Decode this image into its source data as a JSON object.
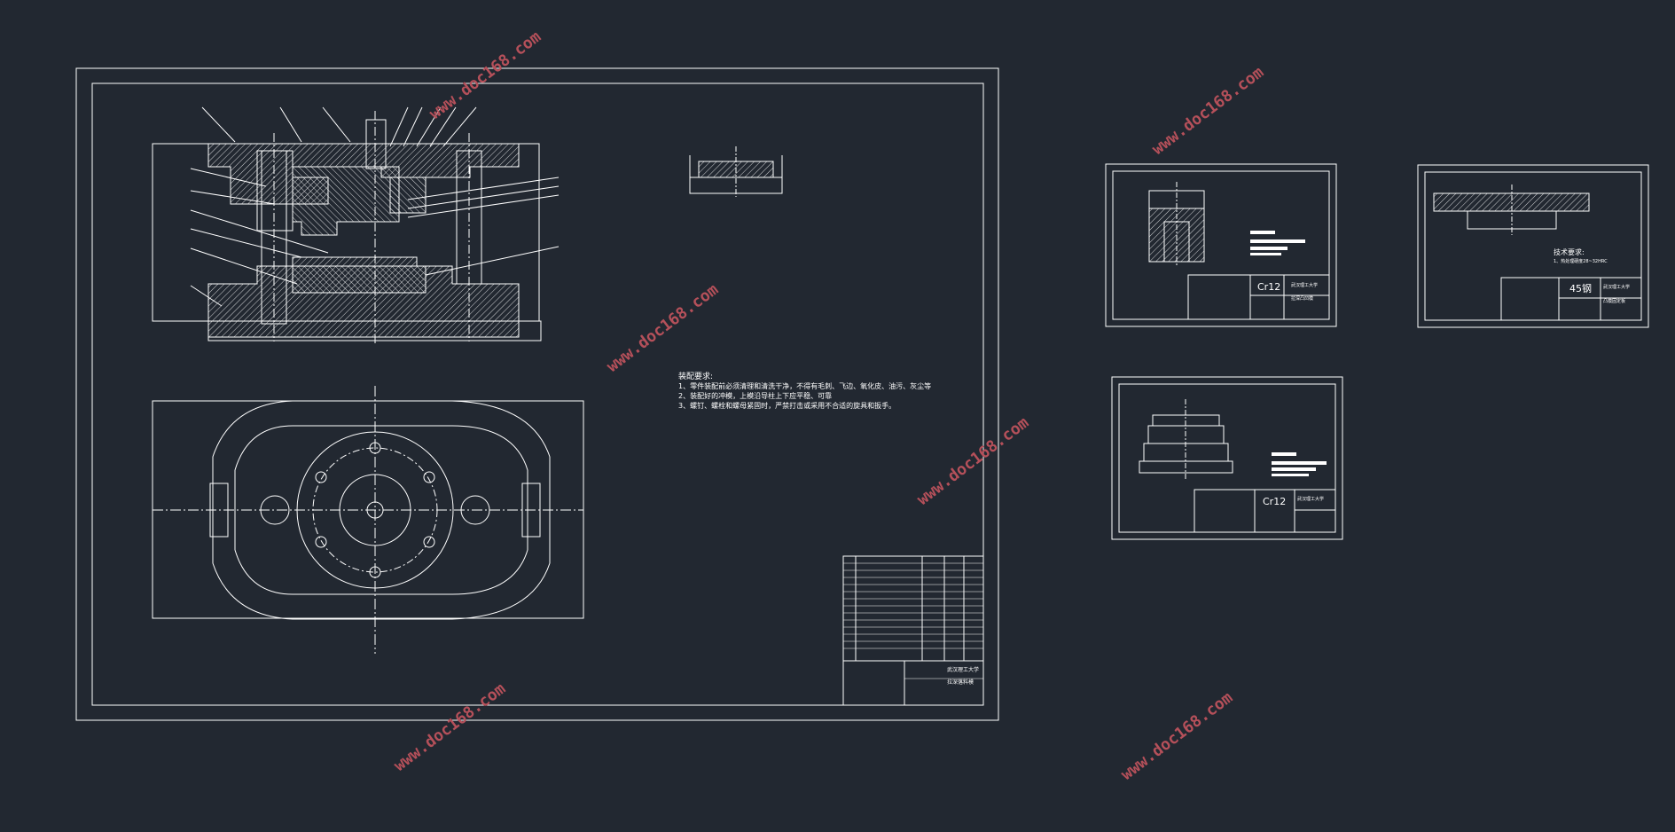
{
  "main_drawing": {
    "requirements_title": "装配要求:",
    "requirements": [
      "1、零件装配前必须清理和清洗干净，不得有毛刺、飞边、氧化皮、油污、灰尘等",
      "2、装配好的冲模，上模沿导柱上下应平稳、可靠",
      "3、螺钉、螺栓和螺母紧固时，严禁打击或采用不合适的旋具和扳手。"
    ],
    "title_block": {
      "school": "武汉理工大学",
      "drawing_name": "拉深落料模"
    }
  },
  "sheet_part_1": {
    "material": "Cr12",
    "school": "武汉理工大学",
    "drawing_name": "拉深凸凹模"
  },
  "sheet_part_2": {
    "material": "45钢",
    "school": "武汉理工大学",
    "drawing_name": "凸模固定板",
    "tech_title": "技术要求:",
    "tech_note": "1、热处理硬度28~32HRC"
  },
  "sheet_part_3": {
    "material": "Cr12",
    "school": "武汉理工大学"
  },
  "watermarks": [
    "www.doc168.com",
    "www.doc168.com",
    "www.doc168.com",
    "www.doc168.com",
    "www.doc168.com",
    "www.doc168.com"
  ],
  "colors": {
    "background": "#222831",
    "line": "#ffffff",
    "watermark": "#b5505a"
  }
}
